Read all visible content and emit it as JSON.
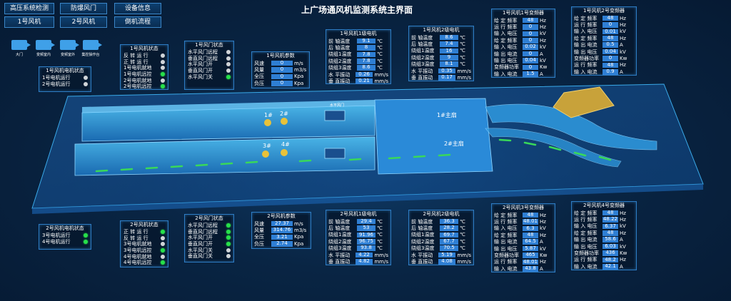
{
  "title": "上广场通风机监测系统主界面",
  "nav": {
    "row1": [
      "高压系统检测",
      "防爆风门",
      "设备信息"
    ],
    "row2": [
      "1号风机",
      "2号风机",
      "倒机流程"
    ]
  },
  "cameras": [
    "大门",
    "变频室内",
    "变频室外",
    "集控操作台"
  ],
  "motor_status_1": {
    "title": "1号风机电机状态",
    "items": [
      {
        "label": "1号电机运行",
        "on": false
      },
      {
        "label": "2号电机运行",
        "on": false
      }
    ]
  },
  "motor_status_2": {
    "title": "2号风机电机状态",
    "items": [
      {
        "label": "3号电机运行",
        "on": true
      },
      {
        "label": "4号电机运行",
        "on": true
      }
    ]
  },
  "fan_status_1": {
    "title": "1号风机状态",
    "items": [
      {
        "label": "反 转 运 行",
        "on": false
      },
      {
        "label": "正 转 运 行",
        "on": false
      },
      {
        "label": "1号电机就地",
        "on": false
      },
      {
        "label": "1号电机远控",
        "on": true
      },
      {
        "label": "2号电机就地",
        "on": false
      },
      {
        "label": "2号电机远控",
        "on": true
      }
    ]
  },
  "fan_status_2": {
    "title": "2号风机状态",
    "items": [
      {
        "label": "正 转 运 行",
        "on": true
      },
      {
        "label": "反 转 运 行",
        "on": false
      },
      {
        "label": "3号电机就地",
        "on": false
      },
      {
        "label": "3号电机远控",
        "on": true
      },
      {
        "label": "4号电机就地",
        "on": false
      },
      {
        "label": "4号电机远控",
        "on": true
      }
    ]
  },
  "door_status_1": {
    "title": "1号风门状态",
    "items": [
      {
        "label": "水平风门远程",
        "on": false
      },
      {
        "label": "垂直风门远程",
        "on": false
      },
      {
        "label": "水平风门开",
        "on": false
      },
      {
        "label": "垂直风门开",
        "on": false
      },
      {
        "label": "水平风门关",
        "on": true
      }
    ]
  },
  "door_status_2": {
    "title": "2号风门状态",
    "items": [
      {
        "label": "水平风门远程",
        "on": true
      },
      {
        "label": "垂直风门远程",
        "on": true
      },
      {
        "label": "水平风门开",
        "on": true
      },
      {
        "label": "垂直风门开",
        "on": true
      },
      {
        "label": "水平风门关",
        "on": false
      },
      {
        "label": "垂直风门关",
        "on": false
      }
    ]
  },
  "fan_params_1": {
    "title": "1号风机参数",
    "rows": [
      {
        "label": "风速",
        "value": "0",
        "unit": "m/s"
      },
      {
        "label": "风量",
        "value": "0",
        "unit": "m3/s"
      },
      {
        "label": "全压",
        "value": "0",
        "unit": "Kpa"
      },
      {
        "label": "负压",
        "value": "0",
        "unit": "Kpa"
      }
    ]
  },
  "fan_params_2": {
    "title": "2号风机参数",
    "rows": [
      {
        "label": "风速",
        "value": "27.37",
        "unit": "m/s"
      },
      {
        "label": "风量",
        "value": "314.76",
        "unit": "m3/s"
      },
      {
        "label": "全压",
        "value": "3.21",
        "unit": "Kpa"
      },
      {
        "label": "负压",
        "value": "2.74",
        "unit": "Kpa"
      }
    ]
  },
  "motor1_l1": {
    "title": "1号风机1级电机",
    "rows": [
      {
        "label": "前 轴温度",
        "value": "9.1",
        "unit": "℃"
      },
      {
        "label": "后 轴温度",
        "value": "8",
        "unit": "℃"
      },
      {
        "label": "绕组1温度",
        "value": "7.8",
        "unit": "℃"
      },
      {
        "label": "绕组2温度",
        "value": "7.8",
        "unit": "℃"
      },
      {
        "label": "绕组3温度",
        "value": "8.6",
        "unit": "℃"
      },
      {
        "label": "水 平振动",
        "value": "0.26",
        "unit": "mm/s"
      },
      {
        "label": "垂 直振动",
        "value": "0.21",
        "unit": "mm/s"
      }
    ]
  },
  "motor1_l2": {
    "title": "1号风机2级电机",
    "rows": [
      {
        "label": "前 轴温度",
        "value": "8.6",
        "unit": "℃"
      },
      {
        "label": "后 轴温度",
        "value": "7.4",
        "unit": "℃"
      },
      {
        "label": "绕组1温度",
        "value": "16",
        "unit": "℃"
      },
      {
        "label": "绕组2温度",
        "value": "9",
        "unit": "℃"
      },
      {
        "label": "绕组3温度",
        "value": "8.1",
        "unit": "℃"
      },
      {
        "label": "水 平振动",
        "value": "0.35",
        "unit": "mm/s"
      },
      {
        "label": "垂 直振动",
        "value": "0.17",
        "unit": "mm/s"
      }
    ]
  },
  "motor2_l1": {
    "title": "2号风机1级电机",
    "rows": [
      {
        "label": "前 轴温度",
        "value": "29.4",
        "unit": "℃"
      },
      {
        "label": "后 轴温度",
        "value": "53",
        "unit": "℃"
      },
      {
        "label": "绕组1温度",
        "value": "91.96",
        "unit": "℃"
      },
      {
        "label": "绕组2温度",
        "value": "96.75",
        "unit": "℃"
      },
      {
        "label": "绕组3温度",
        "value": "93.8",
        "unit": "℃"
      },
      {
        "label": "水 平振动",
        "value": "4.22",
        "unit": "mm/s"
      },
      {
        "label": "垂 直振动",
        "value": "4.82",
        "unit": "mm/s"
      }
    ]
  },
  "motor2_l2": {
    "title": "2号风机2级电机",
    "rows": [
      {
        "label": "前 轴温度",
        "value": "36.3",
        "unit": "℃"
      },
      {
        "label": "后 轴温度",
        "value": "28.2",
        "unit": "℃"
      },
      {
        "label": "绕组1温度",
        "value": "69.7",
        "unit": "℃"
      },
      {
        "label": "绕组2温度",
        "value": "67.7",
        "unit": "℃"
      },
      {
        "label": "绕组3温度",
        "value": "70.5",
        "unit": "℃"
      },
      {
        "label": "水 平振动",
        "value": "5.19",
        "unit": "mm/s"
      },
      {
        "label": "垂 直振动",
        "value": "4.08",
        "unit": "mm/s"
      }
    ]
  },
  "vfd1": {
    "title": "1号风机1号变频器",
    "rows": [
      {
        "label": "给 定 频率",
        "value": "48",
        "unit": "Hz"
      },
      {
        "label": "运 行 频率",
        "value": "0",
        "unit": "Hz"
      },
      {
        "label": "输 入 电压",
        "value": "0",
        "unit": "kV"
      },
      {
        "label": "给 定 频率",
        "value": "0",
        "unit": "Hz"
      },
      {
        "label": "输 入 电压",
        "value": "0.02",
        "unit": "kV"
      },
      {
        "label": "输 出 电流",
        "value": "0",
        "unit": "A"
      },
      {
        "label": "输 出 电压",
        "value": "0.04",
        "unit": "kV"
      },
      {
        "label": "变频器功率",
        "value": "0",
        "unit": "Kw"
      },
      {
        "label": "输 入 电流",
        "value": "1.5",
        "unit": "A"
      }
    ]
  },
  "vfd2": {
    "title": "1号风机2号变频器",
    "rows": [
      {
        "label": "给 定 频率",
        "value": "48",
        "unit": "Hz"
      },
      {
        "label": "运 行 频率",
        "value": "0",
        "unit": "Hz"
      },
      {
        "label": "输 入 电压",
        "value": "0.01",
        "unit": "kV"
      },
      {
        "label": "给 定 频率",
        "value": "48",
        "unit": "Hz"
      },
      {
        "label": "输 出 电流",
        "value": "0.5",
        "unit": "A"
      },
      {
        "label": "输 出 电压",
        "value": "0.04",
        "unit": "kV"
      },
      {
        "label": "变频器功率",
        "value": "0",
        "unit": "Kw"
      },
      {
        "label": "运 行 频率",
        "value": "48",
        "unit": "Hz"
      },
      {
        "label": "输 入 电流",
        "value": "0.9",
        "unit": "A"
      }
    ]
  },
  "vfd3": {
    "title": "2号风机3号变频器",
    "rows": [
      {
        "label": "给 定 频率",
        "value": "48",
        "unit": "Hz"
      },
      {
        "label": "运 行 频率",
        "value": "48.01",
        "unit": "Hz"
      },
      {
        "label": "输 入 电压",
        "value": "6.3",
        "unit": "kV"
      },
      {
        "label": "给 定 频率",
        "value": "48",
        "unit": "Hz"
      },
      {
        "label": "输 出 电流",
        "value": "64.5",
        "unit": "A"
      },
      {
        "label": "输 出 电压",
        "value": "5.87",
        "unit": "kV"
      },
      {
        "label": "变频器功率",
        "value": "465",
        "unit": "Kw"
      },
      {
        "label": "运 行 频率",
        "value": "48.01",
        "unit": "Hz"
      },
      {
        "label": "输 入 电流",
        "value": "43.8",
        "unit": "A"
      }
    ]
  },
  "vfd4": {
    "title": "2号风机4号变频器",
    "rows": [
      {
        "label": "给 定 频率",
        "value": "48",
        "unit": "Hz"
      },
      {
        "label": "运 行 频率",
        "value": "48.22",
        "unit": "Hz"
      },
      {
        "label": "输 入 电压",
        "value": "6.37",
        "unit": "kV"
      },
      {
        "label": "给 定 频率",
        "value": "48",
        "unit": "Hz"
      },
      {
        "label": "输 出 电流",
        "value": "58.6",
        "unit": "A"
      },
      {
        "label": "输 出 电压",
        "value": "6.03",
        "unit": "kV"
      },
      {
        "label": "变频器功率",
        "value": "436",
        "unit": "Kw"
      },
      {
        "label": "运 行 频率",
        "value": "48.2",
        "unit": "Hz"
      },
      {
        "label": "输 入 电流",
        "value": "42.1",
        "unit": "A"
      }
    ]
  },
  "scene": {
    "fan_labels": [
      "1#",
      "2#",
      "3#",
      "4#"
    ],
    "horizontal_door": "水平风门",
    "main_fan_1": "1#主扇",
    "main_fan_2": "2#主扇"
  },
  "colors": {
    "accent": "#2f7fd4",
    "running": "#27e04a",
    "stopped": "#d0d4d8",
    "duct": "#3aa9e8"
  }
}
